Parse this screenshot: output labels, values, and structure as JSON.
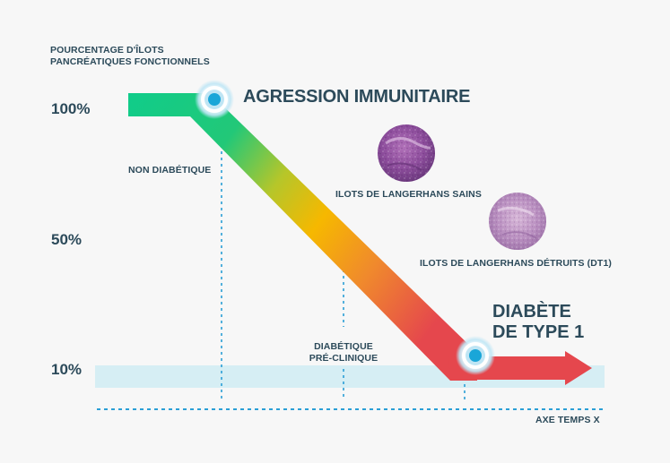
{
  "diagram": {
    "y_axis_label": "POURCENTAGE D'ÎLOTS\nPANCRÉATIQUES FONCTIONNELS",
    "y_ticks": [
      "100%",
      "50%",
      "10%"
    ],
    "x_axis_label": "AXE TEMPS X",
    "stages": {
      "non_diabetic": "NON DIABÉTIQUE",
      "pre_clinical": "DIABÉTIQUE\nPRÉ-CLINIQUE",
      "type1": "DIABÈTE\nDE TYPE 1"
    },
    "event_label": "AGRESSION IMMUNITAIRE",
    "images": {
      "healthy_label": "ILOTS DE LANGERHANS SAINS",
      "destroyed_label": "ILOTS DE LANGERHANS DÉTRUITS (DT1)"
    },
    "colors": {
      "start": "#10cc8a",
      "mid": "#f6b800",
      "end": "#e5474d",
      "marker": "#1aa6d8",
      "dotted": "#2a9fd6",
      "band": "#d6eef4",
      "text": "#2c4a5a"
    }
  }
}
